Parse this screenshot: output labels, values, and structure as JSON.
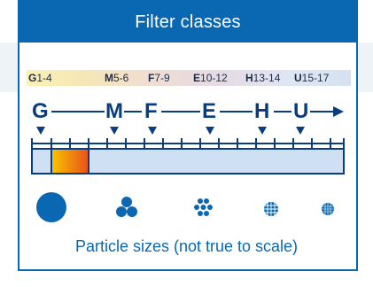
{
  "header": {
    "title": "Filter classes"
  },
  "legend": [
    {
      "letter": "G",
      "range": "1-4"
    },
    {
      "letter": "M",
      "range": "5-6"
    },
    {
      "letter": "F",
      "range": "7-9"
    },
    {
      "letter": "E",
      "range": "10-12"
    },
    {
      "letter": "H",
      "range": "13-14"
    },
    {
      "letter": "U",
      "range": "15-17"
    }
  ],
  "scale_letters": [
    "G",
    "M",
    "F",
    "E",
    "H",
    "U"
  ],
  "caption": "Particle sizes (not true to scale)",
  "colors": {
    "brand": "#0a68b3",
    "dark": "#0a3d7d",
    "bar_fill": "#cfe0f4",
    "highlight_start": "#f7c600",
    "highlight_end": "#e8501a"
  },
  "icons": [
    "large-particle-icon",
    "triple-particle-icon",
    "cluster-particle-icon",
    "fine-grid-particle-icon",
    "ultrafine-particle-icon"
  ]
}
